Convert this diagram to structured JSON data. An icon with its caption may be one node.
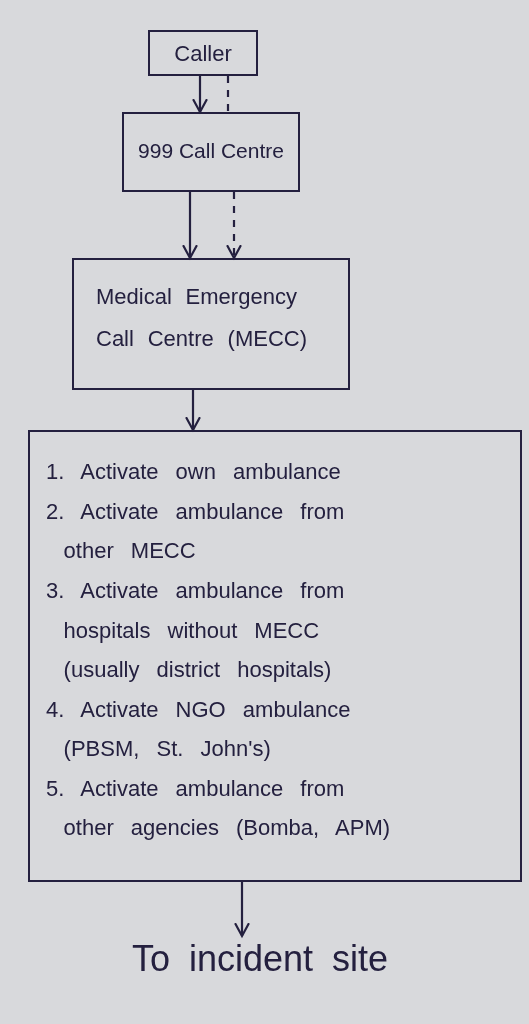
{
  "diagram": {
    "nodes": [
      {
        "text": [
          "Caller"
        ]
      },
      {
        "text": [
          "999 Call Centre"
        ]
      },
      {
        "text": [
          "Medical Emergency Call Centre (MECC)"
        ]
      },
      {
        "text": [
          "1. Activate own ambulance",
          "2. Activate ambulance from other MECC",
          "3. Activate ambulance from hospitals without MECC (usually district hospitals)",
          "4. Activate NGO ambulance (PBSM, St. John's)",
          "5. Activate ambulance from other agencies (Bomba, APM)"
        ]
      },
      {
        "text": [
          "To incident site"
        ]
      }
    ],
    "edges": [
      {
        "from": 0,
        "to": 1,
        "arrow": "to"
      },
      {
        "from": 0,
        "to": 1,
        "arrow": "none",
        "style": "dashed"
      },
      {
        "from": 1,
        "to": 2,
        "arrow": "to"
      },
      {
        "from": 1,
        "to": 2,
        "arrow": "to",
        "style": "dashed"
      },
      {
        "from": 2,
        "to": 3,
        "arrow": "to"
      },
      {
        "from": 3,
        "to": 4,
        "arrow": "to"
      }
    ]
  }
}
